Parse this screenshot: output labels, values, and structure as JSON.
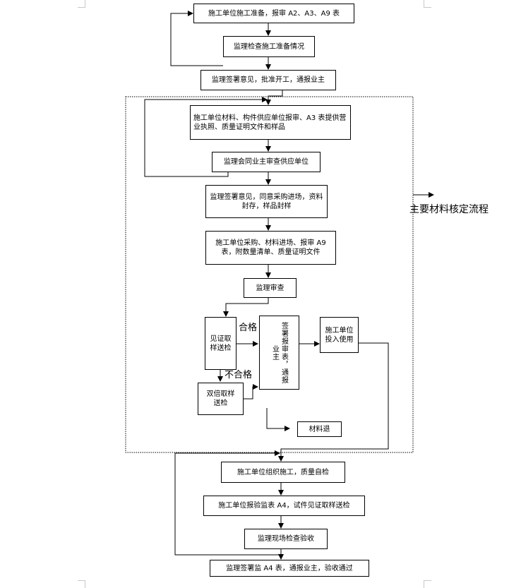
{
  "title_side": "主要材料核定流程",
  "nodes": {
    "n1": "施工单位施工准备，报审 A2、A3、A9 表",
    "n2": "监理检查施工准备情况",
    "n3": "监理签署意见，批准开工，通报业主",
    "n4": "施工单位材料、构件供应单位报审、A3 表提供营业执照、质量证明文件和样品",
    "n5": "监理会同业主审查供应单位",
    "n6": "监理签署意见，同意采购进场，资料封存，样品封样",
    "n7": "施工单位采购、材料进场、报审 A9 表，附数量清单、质量证明文件",
    "n8": "监理审查",
    "n9": "见证取样送检",
    "n10": "签署报审表，通报业主",
    "n11": "施工单位投入使用",
    "n12": "双倍取样送检",
    "n13": "材料退",
    "n14": "施工单位组织施工，质量自检",
    "n15": "施工单位报验监表 A4，试件见证取样送检",
    "n16": "监理现场检查验收",
    "n17": "监理签署监 A4 表，通报业主，验收通过"
  },
  "edge_labels": {
    "pass": "合格",
    "fail": "不合格"
  }
}
